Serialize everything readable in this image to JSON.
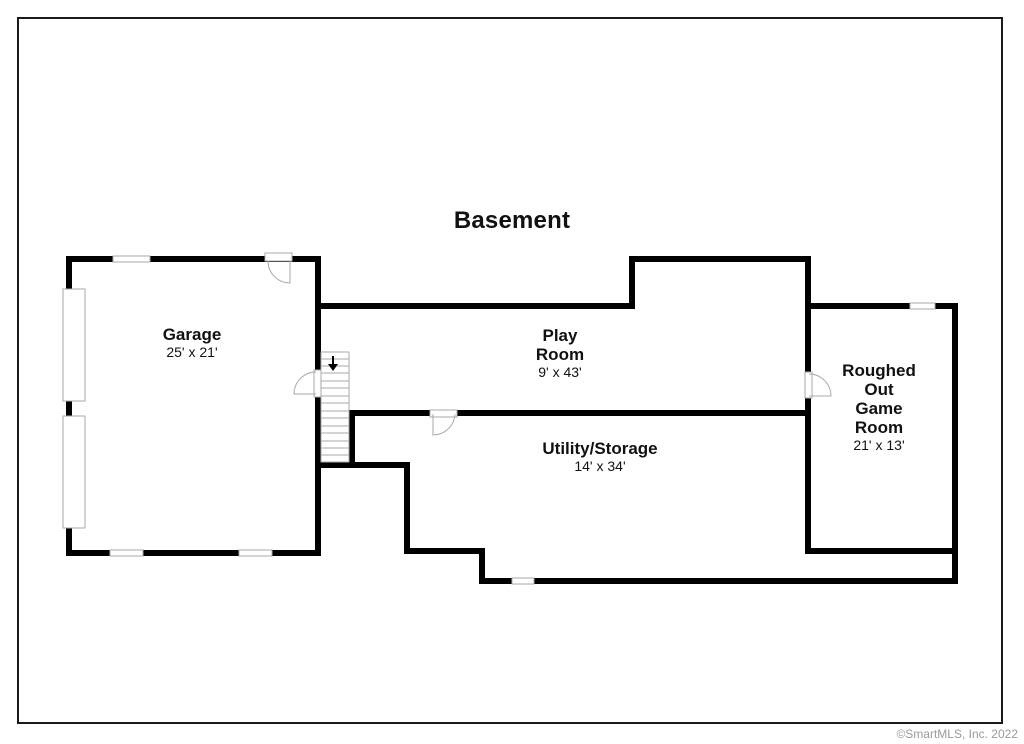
{
  "floor_plan": {
    "title": "Basement",
    "rooms": [
      {
        "name_lines": [
          "Garage"
        ],
        "dimensions": "25' x 21'"
      },
      {
        "name_lines": [
          "Play",
          "Room"
        ],
        "dimensions": "9' x 43'"
      },
      {
        "name_lines": [
          "Utility/Storage"
        ],
        "dimensions": "14' x 34'"
      },
      {
        "name_lines": [
          "Roughed",
          "Out",
          "Game",
          "Room"
        ],
        "dimensions": "21' x 13'"
      }
    ],
    "icons": {
      "stairs": "stairs-down-arrow",
      "doors": "door-swing",
      "windows": "window"
    },
    "colors": {
      "wall": "#000000",
      "frame": "#1a1a1a",
      "fixture": "#aaaaaa",
      "text": "#111111",
      "watermark": "#9a9a9a"
    }
  },
  "footer": {
    "copyright": "©SmartMLS, Inc.  2022"
  }
}
